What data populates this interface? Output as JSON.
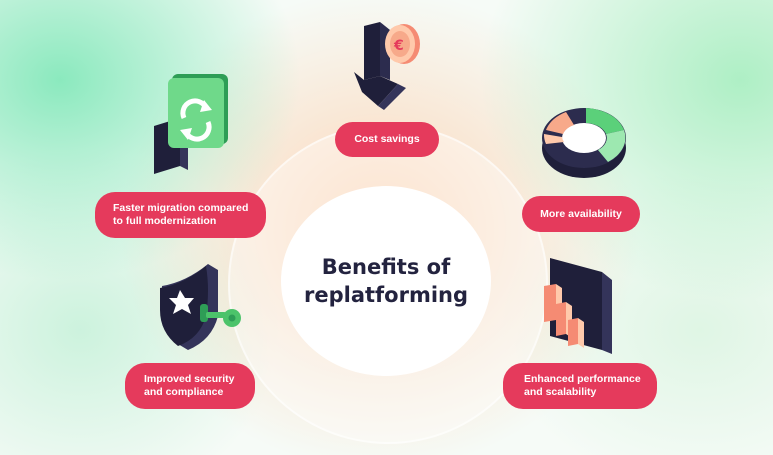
{
  "center": {
    "title": "Benefits of\nreplatforming"
  },
  "benefits": [
    {
      "label": "Cost savings",
      "icon": "euro-coin-arrow-down-icon"
    },
    {
      "label": "More availability",
      "icon": "ring-chart-icon"
    },
    {
      "label": "Enhanced performance\nand scalability",
      "icon": "bar-chart-icon"
    },
    {
      "label": "Improved security\nand compliance",
      "icon": "shield-key-icon"
    },
    {
      "label": "Faster migration compared\nto full modernization",
      "icon": "sync-tile-icon"
    }
  ],
  "colors": {
    "pill": "#e53a5c",
    "navy": "#23233f",
    "green": "#4cc36a",
    "peach": "#f7a98a"
  }
}
